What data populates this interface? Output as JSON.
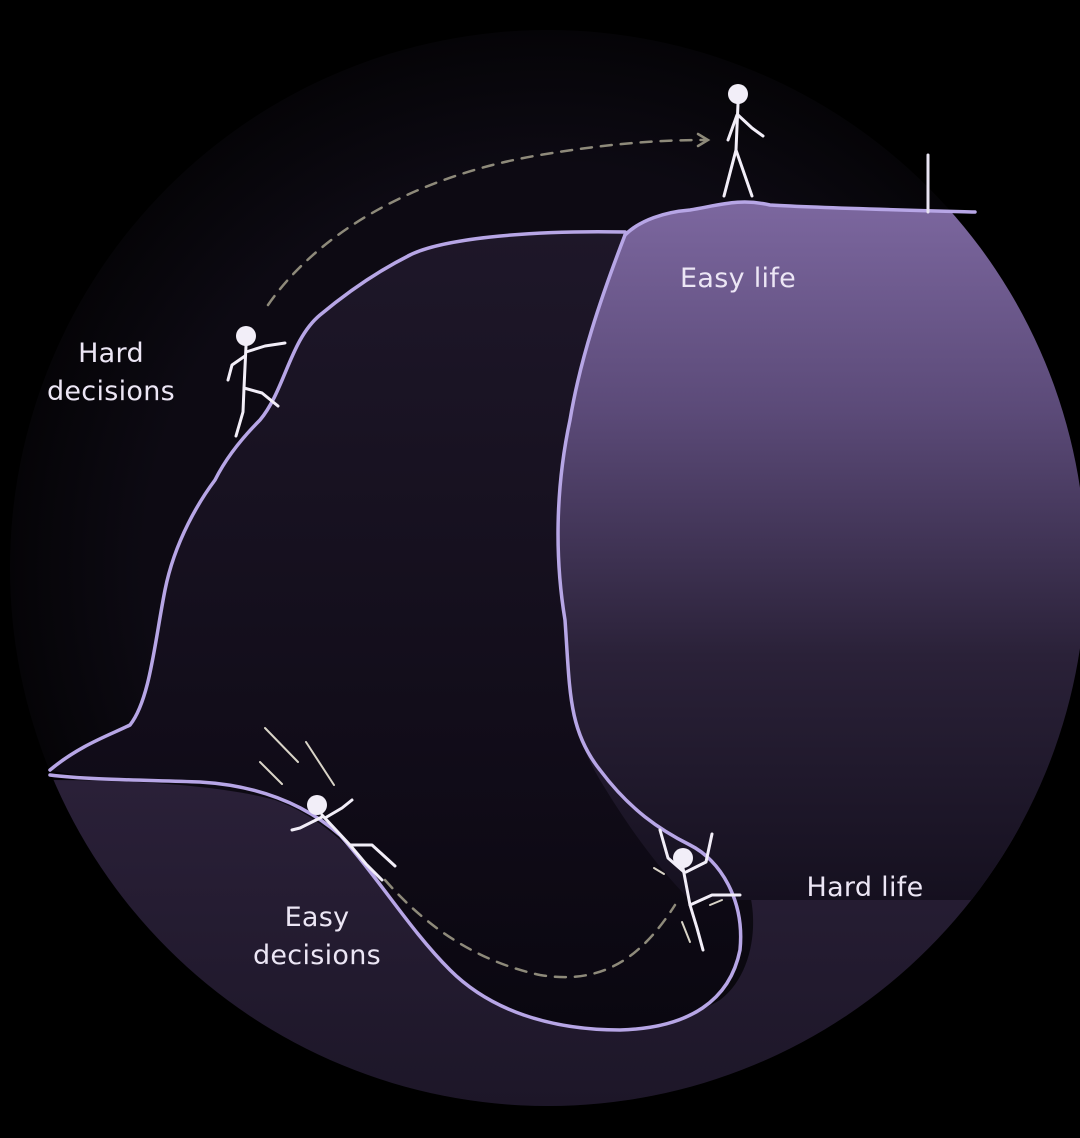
{
  "labels": {
    "easy_life": "Easy life",
    "hard_decisions_line1": "Hard",
    "hard_decisions_line2": "decisions",
    "easy_decisions_line1": "Easy",
    "easy_decisions_line2": "decisions",
    "hard_life": "Hard life"
  },
  "colors": {
    "background": "#000000",
    "disc_dark": "#0B0810",
    "easy_life_plateau_top": "#7C679F",
    "easy_life_plateau_bottom": "#15101F",
    "rock_mass": "#140F1D",
    "outline": "#B7A6E6",
    "figure": "#F2EEF8",
    "dashed_path": "#8E8A7A",
    "label_text": "#ECE6F5"
  },
  "icons": {
    "walker": "stick-figure-walking-icon",
    "climber": "stick-figure-climbing-icon",
    "slider": "stick-figure-sliding-icon",
    "struggler": "stick-figure-pushing-up-icon",
    "flag_pole": "flag-pole-icon"
  }
}
